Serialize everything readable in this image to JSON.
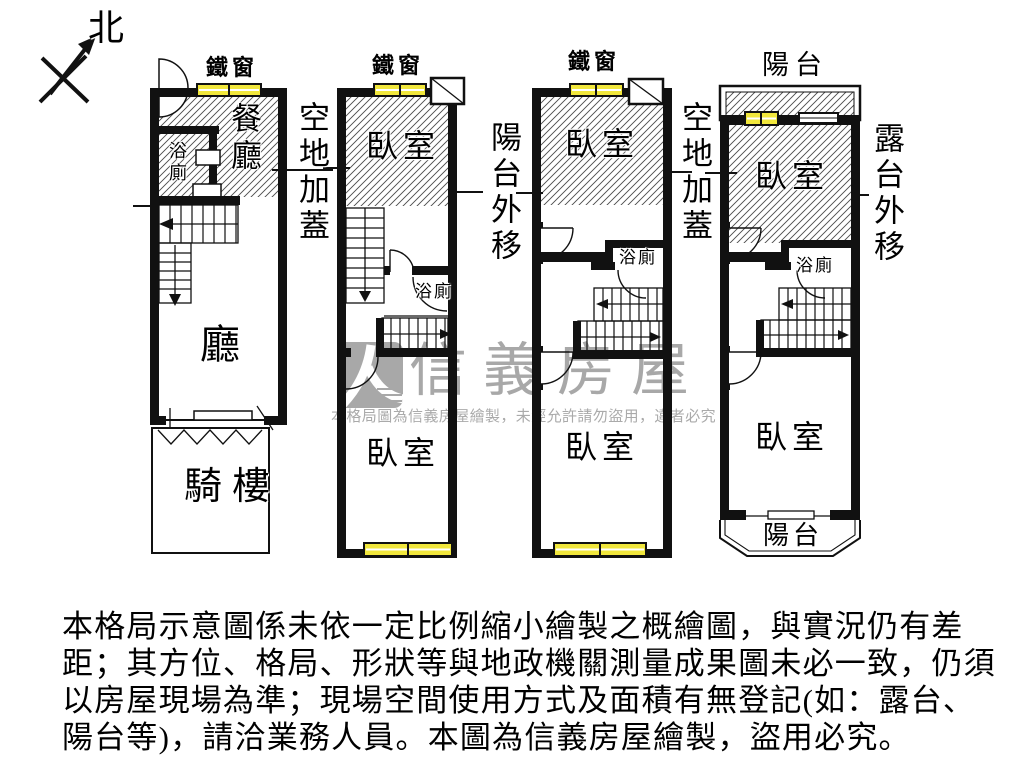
{
  "compass": {
    "north": "北"
  },
  "plans": [
    {
      "window_top": "鐵窗",
      "side_note": "空地加蓋",
      "rooms": {
        "dining": "餐廳",
        "bath": "浴廁",
        "living": "廳",
        "arcade": "騎樓"
      }
    },
    {
      "window_top": "鐵窗",
      "side_note": "陽台外移",
      "rooms": {
        "bedroom_front": "臥室",
        "bath": "浴廁",
        "bedroom_rear": "臥室"
      }
    },
    {
      "window_top": "鐵窗",
      "side_note": "空地加蓋",
      "rooms": {
        "bedroom_front": "臥室",
        "bath": "浴廁",
        "bedroom_rear": "臥室"
      }
    },
    {
      "balcony_front": "陽台",
      "side_note": "露台外移",
      "rooms": {
        "bedroom_front": "臥室",
        "bath": "浴廁",
        "bedroom_rear": "臥室",
        "balcony_rear": "陽台"
      }
    }
  ],
  "watermark": {
    "brand": "信義房屋",
    "notice": "本格局圖為信義房屋繪製，未經允許請勿盜用，違者必究"
  },
  "disclaimer": {
    "line1": "本格局示意圖係未依一定比例縮小繪製之概繪圖，與實況仍有差",
    "line2": "距；其方位、格局、形狀等與地政機關測量成果圖未必一致，仍須",
    "line3": "以房屋現場為準；現場空間使用方式及面積有無登記(如：露台、",
    "line4": "陽台等)，請洽業務人員。本圖為信義房屋繪製，盜用必究。"
  },
  "colors": {
    "wall": "#111111",
    "window_yellow": "#F1E73C",
    "watermark": "#A8A8A8"
  }
}
